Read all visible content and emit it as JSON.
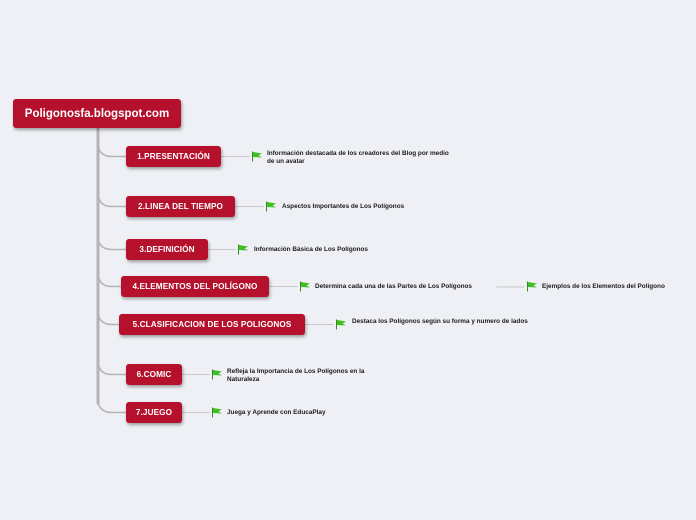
{
  "root": {
    "label": "Poligonosfa.blogspot.com"
  },
  "colors": {
    "node": "#b5102c",
    "background": "#eef0f6",
    "trunk": "#b4b4b4",
    "flag": "#3fbf22"
  },
  "topics": [
    {
      "label": "1.PRESENTACIÓN",
      "notes": [
        "Información destacada de los creadores del Blog por medio de un avatar"
      ]
    },
    {
      "label": "2.LINEA DEL TIEMPO",
      "notes": [
        "Aspectos Importantes de Los Polígonos"
      ]
    },
    {
      "label": "3.DEFINICIÓN",
      "notes": [
        "Información Básica de Los Polígonos"
      ]
    },
    {
      "label": "4.ELEMENTOS DEL POLÍGONO",
      "notes": [
        "Determina cada una de las Partes de Los Polígonos",
        "Ejemplos de los Elementos del Poligono"
      ]
    },
    {
      "label": "5.CLASIFICACION DE LOS POLIGONOS",
      "notes": [
        "Destaca los Polígonos según su forma y numero de lados"
      ]
    },
    {
      "label": "6.COMIC",
      "notes": [
        "Refleja la Importancia de Los Polígonos en la Naturaleza"
      ]
    },
    {
      "label": "7.JUEGO",
      "notes": [
        "Juega y Aprende con EducaPlay"
      ]
    }
  ]
}
